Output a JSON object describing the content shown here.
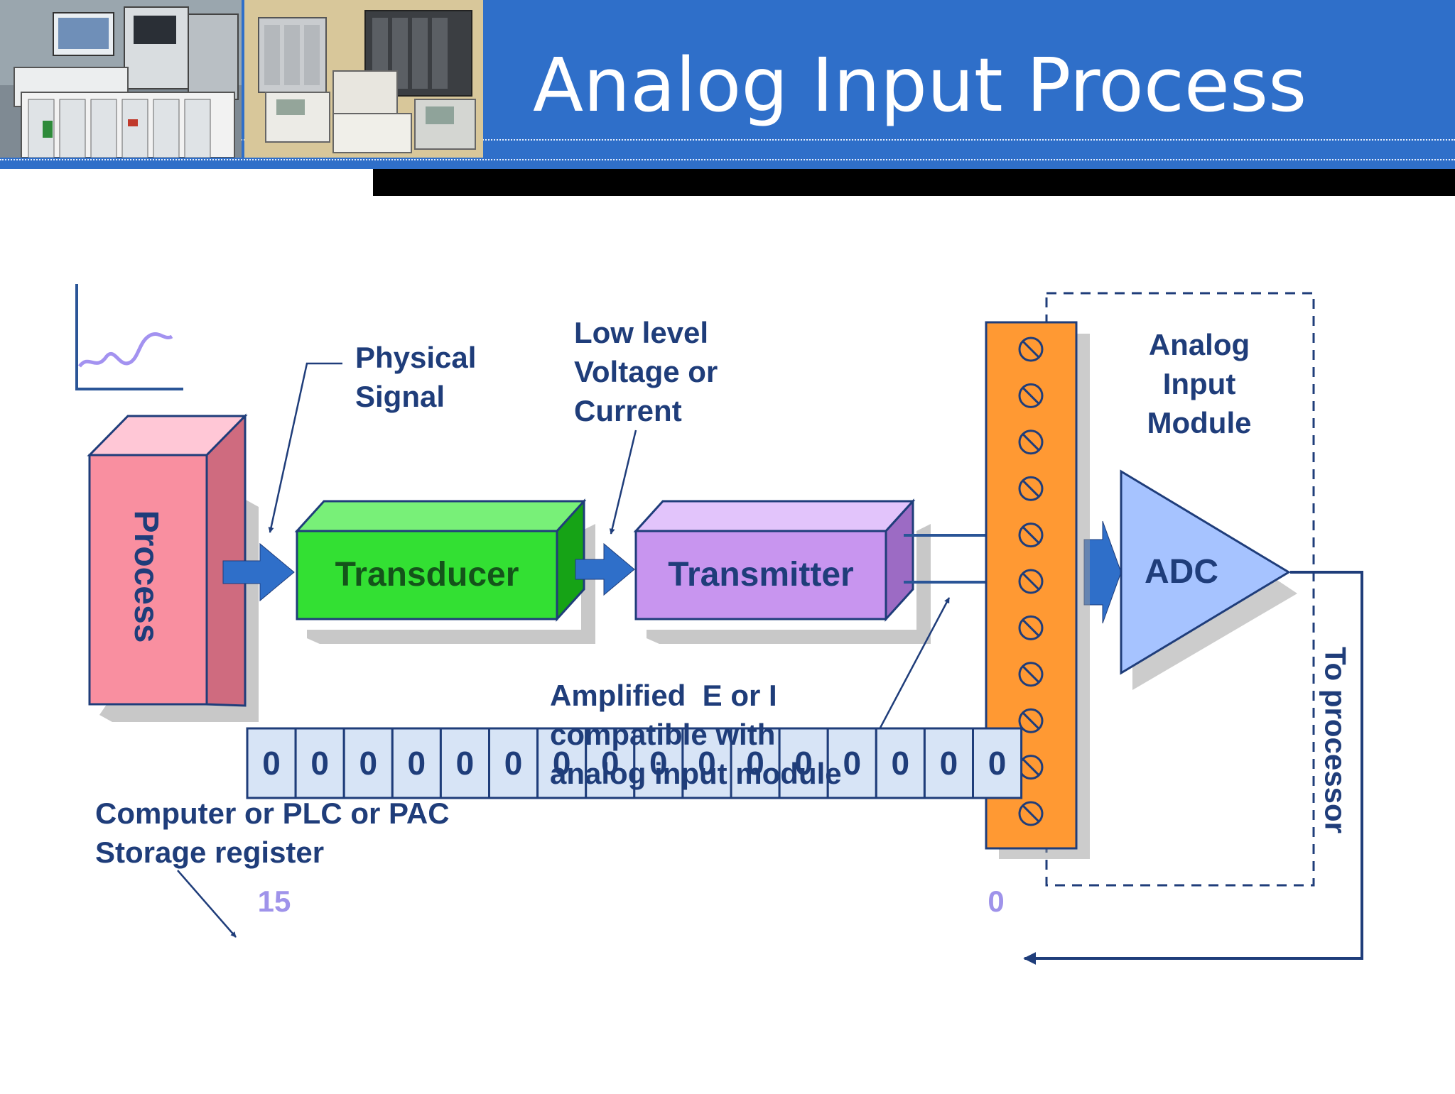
{
  "title": "Analog Input Process",
  "header": {
    "photos": [
      "controller-hardware-photo",
      "plc-hardware-photo"
    ]
  },
  "diagram": {
    "blocks": {
      "process": "Process",
      "transducer": "Transducer",
      "transmitter": "Transmitter",
      "adc": "ADC"
    },
    "labels": {
      "physical_signal": [
        "Physical",
        "Signal"
      ],
      "low_level": [
        "Low level",
        "Voltage or",
        "Current"
      ],
      "amplified": [
        "Amplified  E or I",
        "compatible with",
        "analog input module"
      ],
      "module": [
        "Analog",
        "Input",
        "Module"
      ],
      "to_processor": "To processor",
      "register_caption": [
        "Computer or PLC or PAC",
        "Storage register"
      ]
    },
    "terminal_count": 11,
    "register": {
      "msb_label": "15",
      "lsb_label": "0",
      "bits": [
        "0",
        "0",
        "0",
        "0",
        "0",
        "0",
        "0",
        "0",
        "0",
        "0",
        "0",
        "0",
        "0",
        "0",
        "0",
        "0"
      ]
    },
    "colors": {
      "header": "#2f6fc9",
      "process": "#f98fa0",
      "transducer": "#33e033",
      "transmitter": "#c895ef",
      "adc": "#a6c3ff",
      "terminal_strip": "#ff9933",
      "register_cell": "#d7e4f6",
      "text": "#1f3d7a",
      "bit_index": "#9f93ea"
    }
  }
}
